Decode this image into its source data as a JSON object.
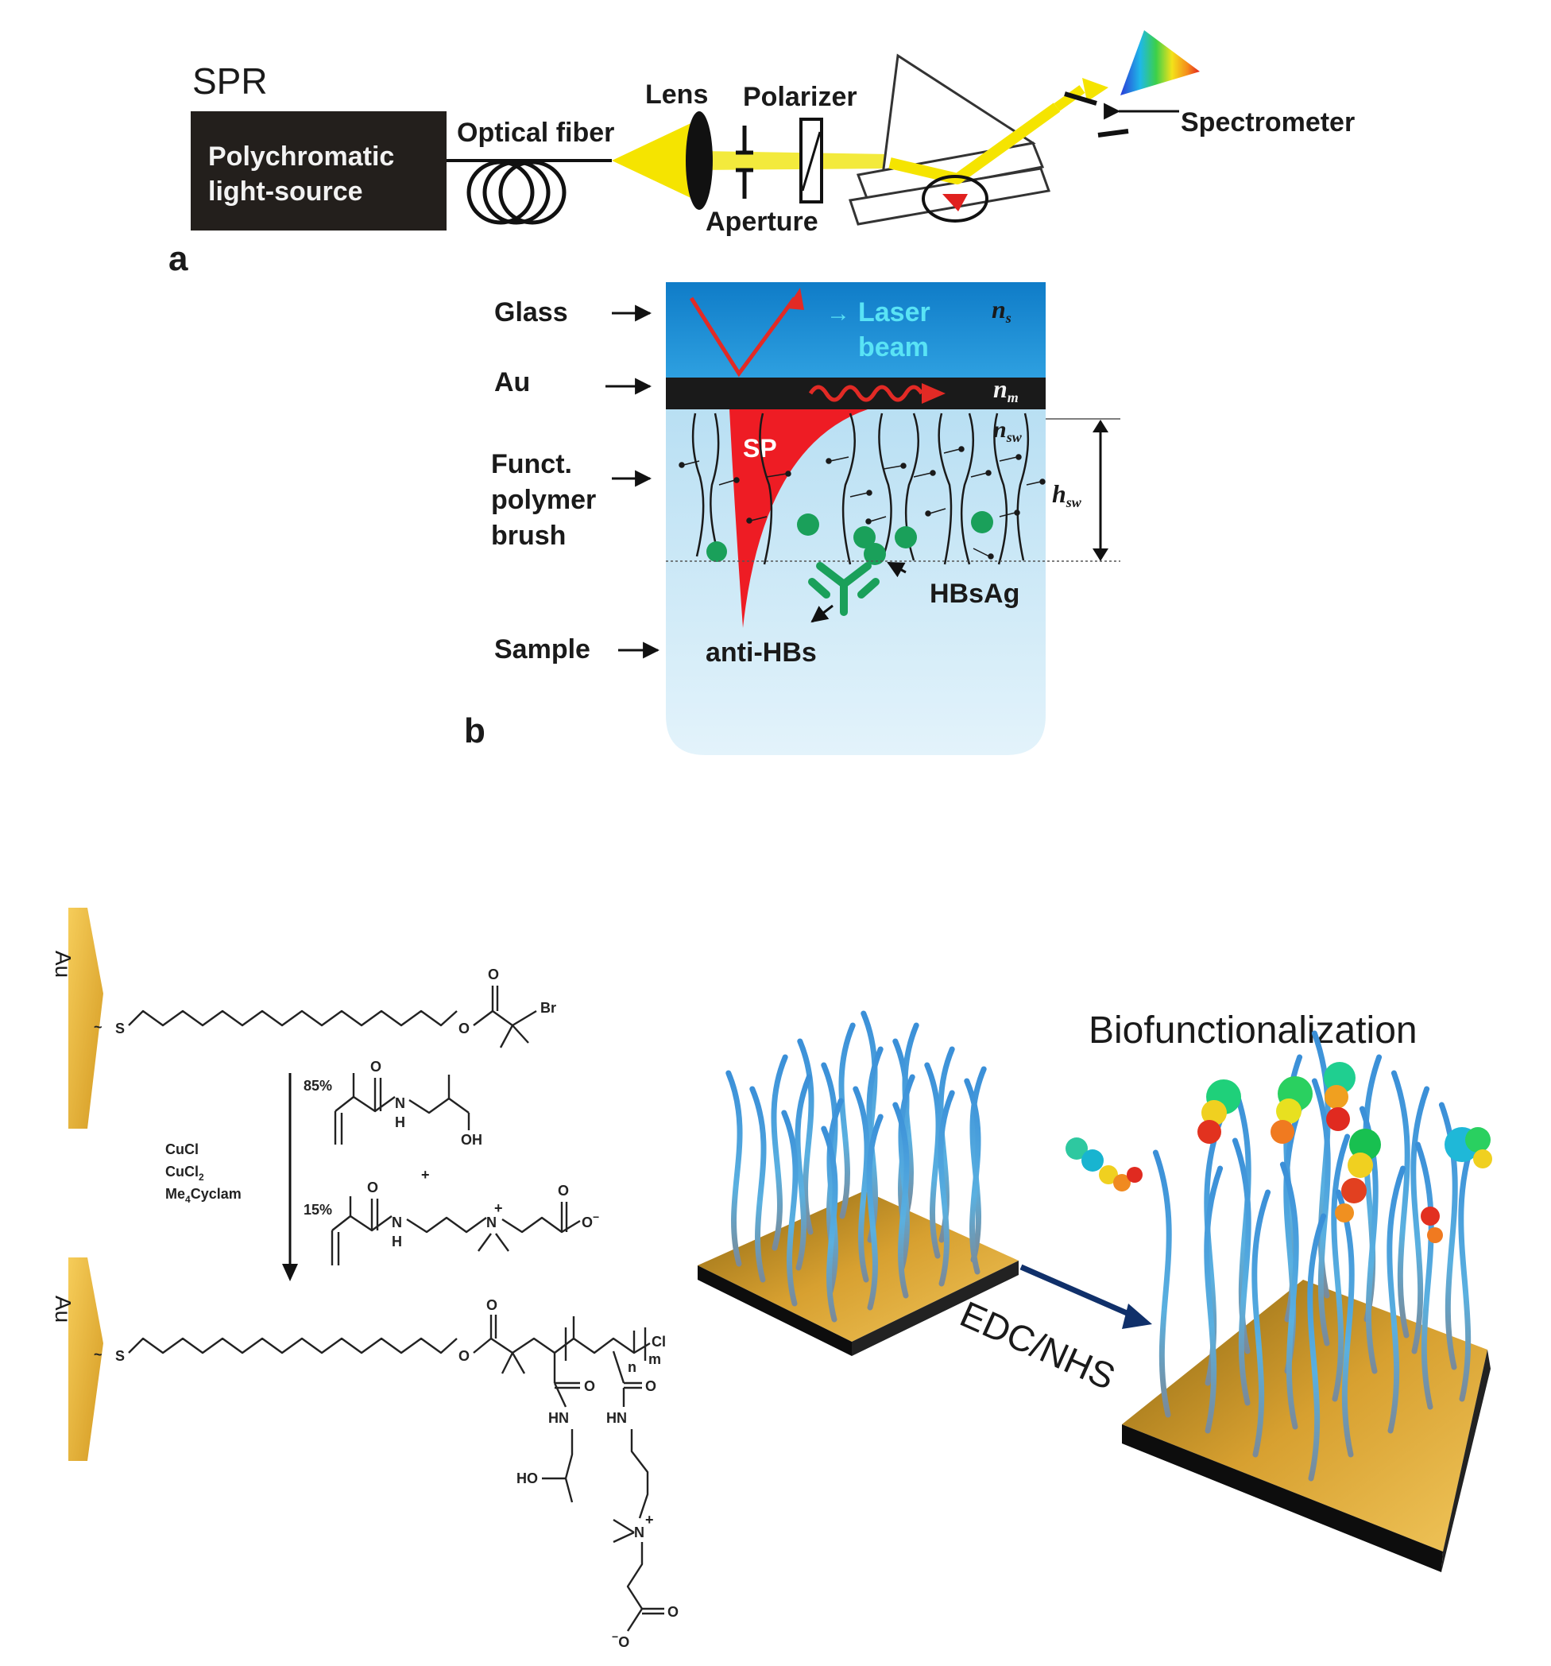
{
  "panel_a": {
    "title": "SPR",
    "light_source": [
      "Polychromatic",
      "light-source"
    ],
    "optical_fiber": "Optical fiber",
    "lens": "Lens",
    "polarizer": "Polarizer",
    "aperture": "Aperture",
    "spectrometer": "Spectrometer",
    "panel_label": "a"
  },
  "panel_b": {
    "glass": "Glass",
    "au": "Au",
    "polymer_brush": [
      "Funct.",
      "polymer",
      "brush"
    ],
    "sample": "Sample",
    "laser_beam": [
      "Laser",
      "beam"
    ],
    "n_s": "n",
    "n_s_sub": "s",
    "n_m": "n",
    "n_m_sub": "m",
    "n_sw": "n",
    "n_sw_sub": "sw",
    "h_sw": "h",
    "h_sw_sub": "sw",
    "sp": "SP",
    "hbsag": "HBsAg",
    "anti_hbs": "anti-HBs",
    "panel_label": "b"
  },
  "scheme": {
    "au_label": "Au",
    "s_atom": "S",
    "o_atom": "O",
    "br_atom": "Br",
    "pct_1": "85%",
    "pct_2": "15%",
    "catalysts": [
      "CuCl",
      "CuCl",
      "Me",
      "Cyclam"
    ],
    "catalyst_sub_2": "2",
    "catalyst_sub_me": "4",
    "plus": "+",
    "cl_atom": "Cl",
    "n_index": "n",
    "m_index": "m",
    "hn": "HN",
    "ho": "HO",
    "oh": "OH",
    "h": "H",
    "n_atom": "N",
    "n_plus": "+",
    "o_minus": "O",
    "minus": "−"
  },
  "render": {
    "biofunctionalization": "Biofunctionalization",
    "edc_nhs": "EDC/NHS"
  },
  "colors": {
    "source_box": "#231f1c",
    "beam_yellow": "#f5e400",
    "glass_blue": "#1e8fd6",
    "sample_blue": "#bfe3f5",
    "sp_red": "#ee1c24",
    "green": "#1aa05a",
    "gold": "#e8b43a",
    "arrow_navy": "#10306a"
  }
}
